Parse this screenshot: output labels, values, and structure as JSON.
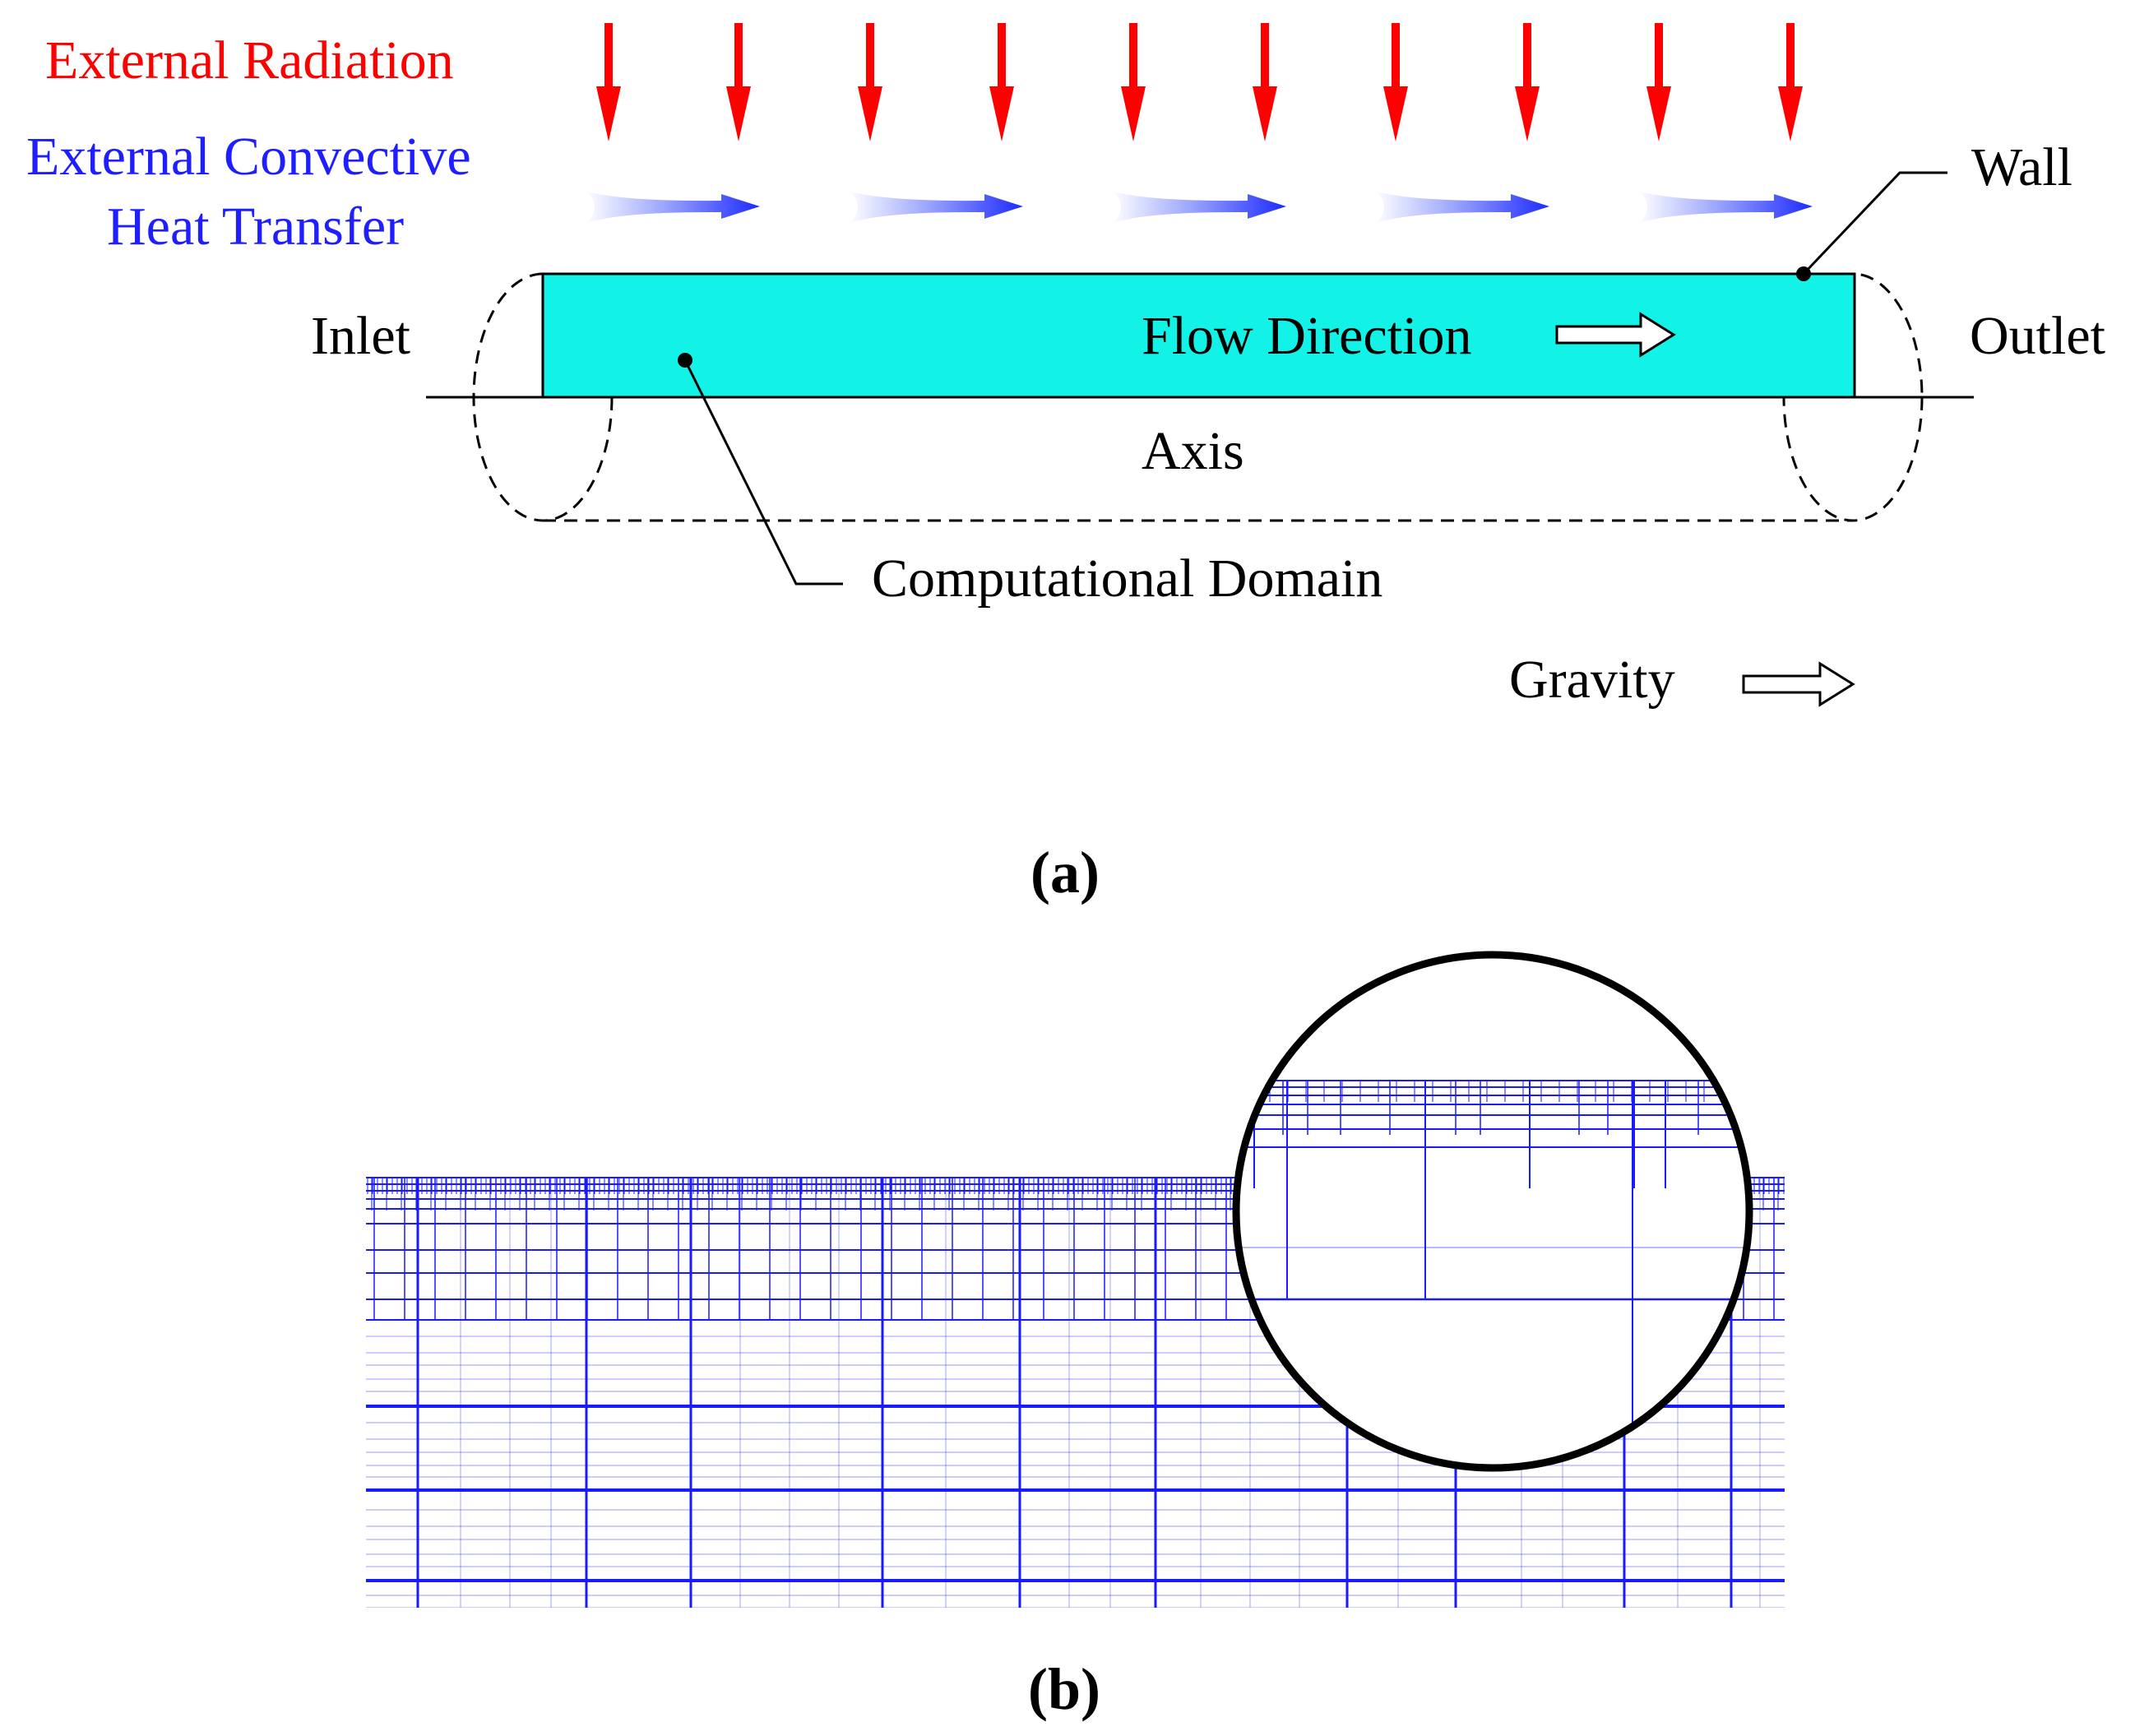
{
  "panel_a": {
    "label_radiation": "External Radiation",
    "label_convective_line1": "External Convective",
    "label_convective_line2": "Heat Transfer",
    "label_wall": "Wall",
    "label_inlet": "Inlet",
    "label_outlet": "Outlet",
    "label_flow": "Flow Direction",
    "label_axis": "Axis",
    "label_domain": "Computational Domain",
    "label_gravity": "Gravity",
    "caption": "(a)"
  },
  "panel_b": {
    "caption": "(b)"
  },
  "colors": {
    "radiation": "#ff0000",
    "convective": "#1e1eff",
    "domain_fill": "#13f2e6",
    "mesh": "#1a1aff"
  }
}
